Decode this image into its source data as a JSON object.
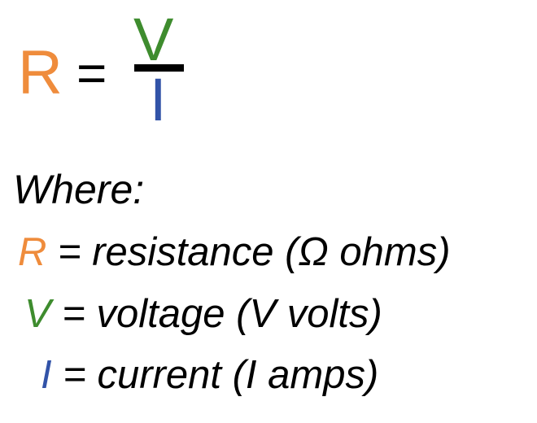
{
  "formula": {
    "lhs": "R",
    "equals": "=",
    "numerator": "V",
    "denominator": "I"
  },
  "legend": {
    "heading": "Where:",
    "items": [
      {
        "symbol": "R",
        "text": " = resistance (Ω ohms)"
      },
      {
        "symbol": "V",
        "text": " = voltage (V volts)"
      },
      {
        "symbol": "I",
        "text": " = current (I amps)"
      }
    ]
  },
  "colors": {
    "resistance": "#ef8c3c",
    "voltage": "#3e8c2e",
    "current": "#3253a8",
    "text": "#000000"
  }
}
